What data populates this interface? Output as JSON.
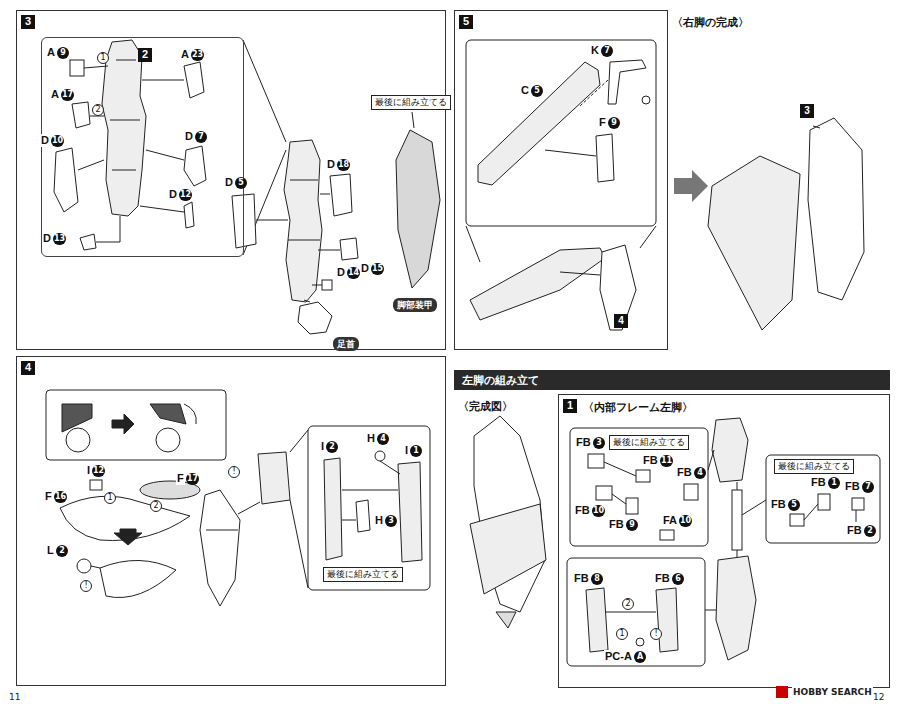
{
  "diagram": {
    "nodes": [
      {
        "text": [
          "3"
        ]
      },
      {
        "text": [
          "2"
        ],
        "in": 0
      },
      {
        "text": [
          "最後に組み立てる"
        ],
        "in": 0
      },
      {
        "text": [
          "脚部装甲"
        ],
        "in": 0
      },
      {
        "text": [
          "足首"
        ],
        "in": 0
      },
      {
        "text": [
          "4"
        ]
      },
      {
        "text": [
          "最後に組み立てる"
        ],
        "in": 5
      },
      {
        "text": [
          "5"
        ]
      },
      {
        "text": [
          "〈右脚の完成〉"
        ]
      },
      {
        "text": [
          "左脚の組み立て"
        ]
      },
      {
        "text": [
          "〈完成図〉"
        ]
      },
      {
        "text": [
          "1",
          "〈内部フレーム左脚〉"
        ]
      },
      {
        "text": [
          "最後に組み立てる"
        ],
        "in": 11
      },
      {
        "text": [
          "最後に組み立てる"
        ],
        "in": 11
      }
    ],
    "labels": [
      "A",
      "9",
      "1",
      "A",
      "23",
      "A",
      "17",
      "2",
      "D",
      "10",
      "D",
      "7",
      "D",
      "12",
      "D",
      "13",
      "D",
      "18",
      "D",
      "5",
      "D",
      "15",
      "D",
      "14",
      "I",
      "12",
      "F",
      "17",
      "F",
      "16",
      "1",
      "2",
      "L",
      "2",
      "!",
      "!",
      "I",
      "2",
      "H",
      "4",
      "I",
      "1",
      "H",
      "3",
      "K",
      "7",
      "C",
      "5",
      "F",
      "9",
      "4",
      "3",
      "FB",
      "3",
      "FB",
      "11",
      "FB",
      "4",
      "FB",
      "10",
      "FB",
      "9",
      "FA",
      "10",
      "FB",
      "5",
      "FB",
      "1",
      "FB",
      "7",
      "FB",
      "2",
      "FB",
      "8",
      "FB",
      "6",
      "2",
      "1",
      "!",
      "PC-A",
      "A",
      "11",
      "12",
      "HOBBY SEARCH"
    ]
  }
}
